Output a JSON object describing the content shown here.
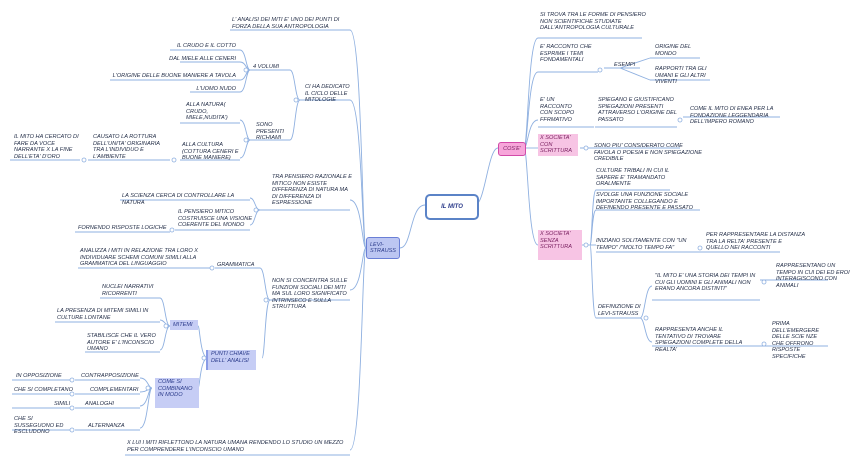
{
  "root": "IL MITO",
  "right": {
    "hub": "COS'E'",
    "n1": "SI TROVA TRA LE FORME DI PENSIERO NON SCIENTIFICHE STUDIATE DALL'ANTROPOLOGIA CULTURALE",
    "n2": "E' RACCONTO CHE ESPRIME I TEMI FONDAMENTALI",
    "n2_esempi": "ESEMPI",
    "n2_e1": "ORIGINE DEL MONDO",
    "n2_e2": "RAPPORTI TRA GLI UMANI E GLI ALTRI VIVENTI",
    "n3": "E' UN RACCONTO CON SCOPO FFRMATIVO",
    "n3_a": "SPIEGANO E GIUSTIFICANO SPIEGAZIONI PRESENTI ATTRAVERSO L'ORIGINE DEL PASSATO",
    "n3_b": "COME IL MITO DI ENEA PER LA FONDAZIONE LEGGENDARIA DELL'IMPERO ROMANO",
    "con": "X SOCIETA' CON SCRITTURA",
    "con_a": "SONO PIU' CONSIDERATO COME FAVOLA O POESIA E NON SPIEGAZIONE CREDIBILE",
    "senza": "X SOCIETA' SENZA SCRITTURA",
    "senza_a": "CULTURE TRIBALI IN CUI IL SAPERE E' TRAMANDATO ORALMENTE",
    "senza_b": "SVOLGE UNA FUNZIONE SOCIALE IMPORTANTE COLLEGANDO E DEFINENDO PRESENTE E PASSATO",
    "senza_c": "INIZIANO SOLITAMENTE CON \"UN TEMPO\" /\"MOLTO TEMPO FA\"",
    "senza_c1": "PER RAPPRESENTARE LA DISTANZA TRA LA RELTA' PRESENTE E QUELLO NEI RACCONTI",
    "def": "DEFINIZIONE DI LEVI-STRAUSS",
    "def_a": "\"IL MITO E' UNA STORIA DEI TEMPI IN CUI GLI UOMINI E GLI ANIMALI NON ERANO ANCORA DISTINTI\"",
    "def_a1": "RAPPRESENTANO UN TEMPO IN CUI DEI ED EROI INTERAGISCONO CON ANIMALI",
    "def_b": "RAPPRESENTA ANCHE IL TENTATIVO DI TROVARE SPIEGAZIONI COMPLETE DELLA REALTA'",
    "def_b1": "PRIMA DELL'EMERGERE DELLE SCIE NZE CHE OFFRONO RISPOSTE SPECIFICHE"
  },
  "left": {
    "hub": "LEVI- STRAUSS",
    "a": "L' ANALISI DEI MITI E' UNO DEI PUNTI DI FORZA DELLA SUA ANTROPOLOGIA",
    "b": "CI HA DEDICATO IL CICLO DELLE MITOLOGIE",
    "vol": "4 VOLUMI",
    "v1": "IL CRUDO E IL COTTO",
    "v2": "DAL MIELE ALLE CENERI",
    "v3": "L'ORIGINE DELLE BUONE MANIERE A TAVOLA",
    "v4": "L'UOMO NUDO",
    "sono": "SONO PRESENTI RICHIAMI",
    "s1": "ALLA NATURA( CRUDO, MIELE,NUDITA')",
    "s2": "ALLA CULTURA (COTTURA CENERI E BUONE MANIERE)",
    "s3": "CAUSATO LA ROTTURA DELL'UNITA' ORIGINARIA TRA L'INDIVIDUO E L'AMBIENTE",
    "s4": "IL MITO HA CERCATO DI FARE DA VOCE NARRANTE X LA FINE DELL'ETA' D'ORO",
    "c": "TRA PENSIERO RAZIONALE E MITICO NON ESISTE DIFFERENZA DI NATURA MA DI DIFFERENZA DI ESPRESSIONE",
    "c1": "LA SCIENZA CERCA DI CONTROLLARE LA NATURA",
    "c2": "IL PENSIERO MITICO COSTRUISCE UNA VISIONE COERENTE DEL MONDO",
    "c3": "FORNENDO RISPOSTE LOGICHE",
    "d": "NON SI CONCENTRA SULLE FUNZIONI SOCIALI DEI MITI MA SUL LORO SIGNIFICATO INTRINSECO E SULLA STRUTTURA",
    "gram": "GRAMMATICA",
    "gram_a": "ANALIZZA I MITI IN RELAZIONE TRA LORO X INDIVIDUARE SCHEMI COMUNI SIMILI ALLA GRAMMATICA DEL LINGUAGGIO",
    "punti": "PUNTI CHIAVE DELL' ANALISI",
    "mitemi": "MITEMI",
    "m1": "NUCLEI NARRATIVI RICORRENTI",
    "m2": "LA PRESENZA DI MITEMI SIMILI IN CULTURE LONTANE",
    "m3": "STABILISCE CHE IL VERO AUTORE E' L'INCONSCIO UMANO",
    "come": "COME SI COMBINANO IN MODO",
    "k1a": "IN OPPOSIZIONE",
    "k1b": "CONTRAPPOSIZIONE",
    "k2a": "CHE SI COMPLETANO",
    "k2b": "COMPLEMENTARI",
    "k3a": "SIMILI",
    "k3b": "ANALOGHI",
    "k4a": "CHE SI SUSSEGUONO ED ESCLUDONO",
    "k4b": "ALTERNANZA",
    "e": "X LUI I MITI RIFLETTONO LA NATURA UMANA RENDENDO LO STUDIO UN MEZZO PER COMPRENDERE L'INCONSCIO UMANO"
  },
  "colors": {
    "link": "#7fa3d9",
    "pink": "#f7a6da",
    "blue": "#bcc6f2"
  }
}
